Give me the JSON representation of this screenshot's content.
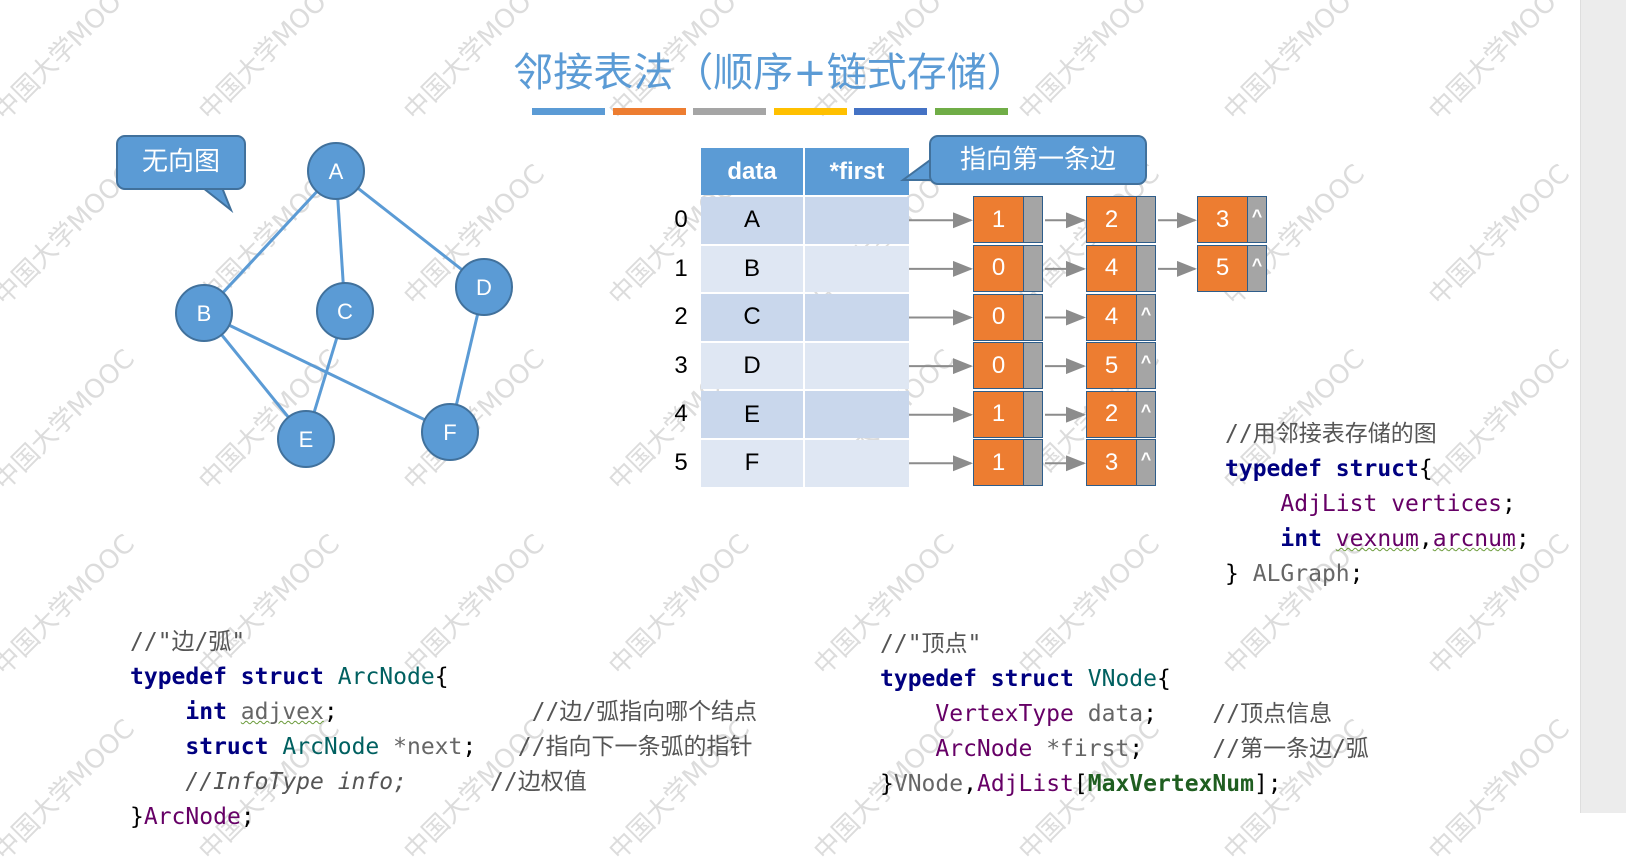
{
  "title": "邻接表法（顺序+链式存储）",
  "accent_bar_colors": [
    "#5b9bd5",
    "#ed7d31",
    "#a5a5a5",
    "#ffc000",
    "#4472c4",
    "#70ad47"
  ],
  "graph_callout": "无向图",
  "pointer_callout": "指向第一条边",
  "graph": {
    "vertices": [
      "A",
      "B",
      "C",
      "D",
      "E",
      "F"
    ],
    "edges": [
      [
        "A",
        "B"
      ],
      [
        "A",
        "C"
      ],
      [
        "A",
        "D"
      ],
      [
        "B",
        "E"
      ],
      [
        "B",
        "F"
      ],
      [
        "C",
        "E"
      ],
      [
        "D",
        "F"
      ]
    ]
  },
  "table": {
    "headers": [
      "data",
      "*first"
    ],
    "rows": [
      {
        "index": "0",
        "data": "A",
        "list": [
          "1",
          "2",
          "3"
        ]
      },
      {
        "index": "1",
        "data": "B",
        "list": [
          "0",
          "4",
          "5"
        ]
      },
      {
        "index": "2",
        "data": "C",
        "list": [
          "0",
          "4"
        ]
      },
      {
        "index": "3",
        "data": "D",
        "list": [
          "0",
          "5"
        ]
      },
      {
        "index": "4",
        "data": "E",
        "list": [
          "1",
          "2"
        ]
      },
      {
        "index": "5",
        "data": "F",
        "list": [
          "1",
          "3"
        ]
      }
    ],
    "null_symbol": "^"
  },
  "algraph_code": {
    "comment": "//用邻接表存储的图",
    "kw_typedef": "typedef",
    "kw_struct": "struct",
    "brace_open": "{",
    "adjlist": "AdjList",
    "vertices_field": "vertices",
    "semi": ";",
    "kw_int": "int",
    "vexnum": "vexnum",
    "comma": ",",
    "arcnum": "arcnum",
    "close": "}",
    "name": "ALGraph"
  },
  "arcnode_code": {
    "comment": "//\"边/弧\"",
    "kw_typedef": "typedef",
    "kw_struct": "struct",
    "struct_name": "ArcNode",
    "brace_open": "{",
    "kw_int": "int",
    "adjvex": "adjvex",
    "semi": ";",
    "adjvex_comment": "//边/弧指向哪个结点",
    "next_type": "ArcNode",
    "next_field": "*next",
    "next_comment": "//指向下一条弧的指针",
    "info_line": "//InfoType info;",
    "info_comment": "//边权值",
    "close": "}",
    "name": "ArcNode",
    "end_semi": ";"
  },
  "vnode_code": {
    "comment": "//\"顶点\"",
    "kw_typedef": "typedef",
    "kw_struct": "struct",
    "struct_name": "VNode",
    "brace_open": "{",
    "data_type": "VertexType",
    "data_field": "data",
    "semi": ";",
    "data_comment": "//顶点信息",
    "first_type": "ArcNode",
    "first_field": "*first",
    "first_comment": "//第一条边/弧",
    "close": "}",
    "name1": "VNode",
    "comma": ",",
    "name2": "AdjList",
    "bracket_open": "[",
    "max": "MaxVertexNum",
    "bracket_close": "];"
  },
  "watermark": "中国大学MOOC"
}
